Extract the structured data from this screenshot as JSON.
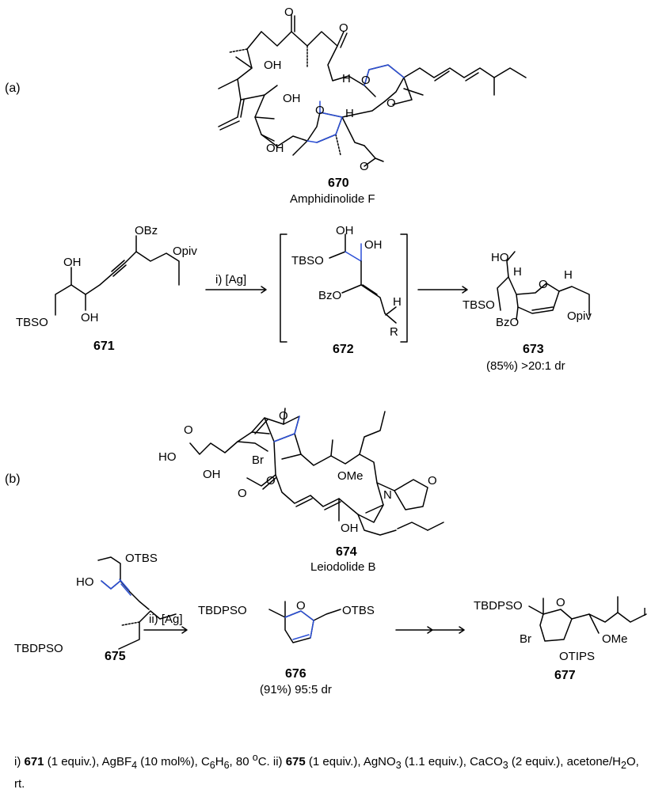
{
  "part_a_label": "(a)",
  "part_b_label": "(b)",
  "compounds": {
    "c670": {
      "number": "670",
      "name": "Amphidinolide F"
    },
    "c671": {
      "number": "671"
    },
    "c672": {
      "number": "672"
    },
    "c673": {
      "number": "673",
      "yield": "(85%) >20:1 dr"
    },
    "c674": {
      "number": "674",
      "name": "Leiodolide B"
    },
    "c675": {
      "number": "675"
    },
    "c676": {
      "number": "676",
      "yield": "(91%) 95:5 dr"
    },
    "c677": {
      "number": "677"
    }
  },
  "arrows": {
    "step1": "i) [Ag]",
    "step2": "ii) [Ag]"
  },
  "atom_labels": {
    "o": "O",
    "oh": "OH",
    "h": "H",
    "obz": "OBz",
    "opiv": "Opiv",
    "tbso": "TBSO",
    "bzo": "BzO",
    "r": "R",
    "ho": "HO",
    "br": "Br",
    "ome": "OMe",
    "n": "N",
    "otbs": "OTBS",
    "tbdpso": "TBDPSO",
    "otips": "OTIPS",
    "i": "I"
  },
  "footnote": {
    "i_num": "i)",
    "c671": "671",
    "i_text_1": "(1 equiv.), AgBF",
    "sub4": "4",
    "i_text_2": "(10 mol%), C",
    "sub6a": "6",
    "h": "H",
    "sub6b": "6",
    "i_text_3": ", 80 ",
    "deg": "o",
    "i_text_4": "C.",
    "ii_num": "ii)",
    "c675": "675",
    "ii_text_1": "(1 equiv.), AgNO",
    "sub3": "3",
    "ii_text_2": "(1.1 equiv.), CaCO",
    "sub3b": "3",
    "ii_text_3": "(2 equiv.), acetone/H",
    "sub2": "2",
    "ii_text_4": "O, rt."
  },
  "colors": {
    "bond": "#000000",
    "highlight": "#2b4fd6"
  }
}
